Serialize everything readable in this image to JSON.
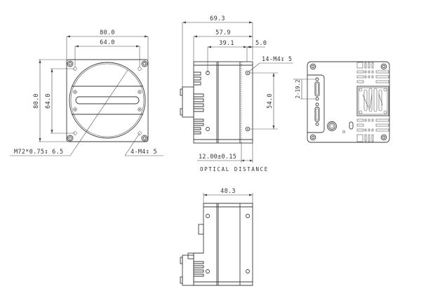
{
  "drawing": {
    "front_view": {
      "dim_width_outer": "80.0",
      "dim_width_inner": "64.0",
      "dim_height_outer": "80.0",
      "dim_height_inner": "64.0",
      "callout_mount": "M72*0.75↧ 6.5",
      "callout_holes": "4-M4↧ 5"
    },
    "side_view": {
      "dim_total_length": "69.3",
      "dim_body_length": "57.9",
      "dim_mid_length": "39.1",
      "dim_front_flange": "5.0",
      "callout_holes": "14-M4↧ 5",
      "dim_hole_spacing": "54.0",
      "dim_optical": "12.00±0.15",
      "label_optical": "OPTICAL DISTANCE"
    },
    "back_view": {
      "dim_connector_spacing": "2-19.2"
    },
    "bottom_view": {
      "dim_length": "48.3"
    }
  }
}
